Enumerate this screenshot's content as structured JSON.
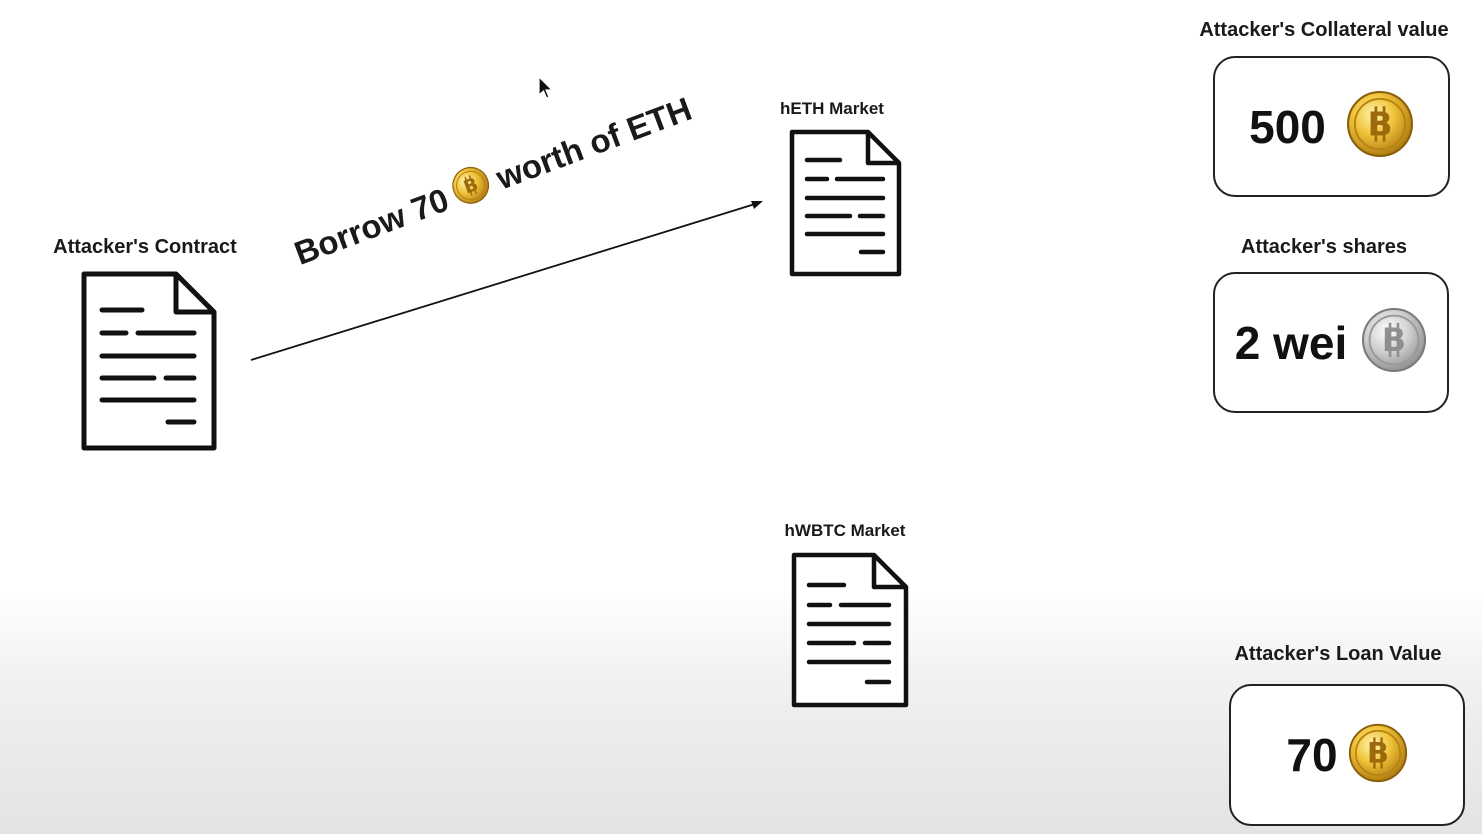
{
  "diagram": {
    "attacker_contract": {
      "label": "Attacker's Contract"
    },
    "heth_market": {
      "label": "hETH Market"
    },
    "hwbtc_market": {
      "label": "hWBTC Market"
    },
    "borrow_arrow": {
      "text_before": "Borrow 70",
      "text_after": "worth of ETH",
      "coin_icon": "bitcoin-gold-coin-icon"
    }
  },
  "panels": {
    "collateral": {
      "title": "Attacker's Collateral value",
      "value": "500",
      "coin_icon": "bitcoin-gold-coin-icon"
    },
    "shares": {
      "title": "Attacker's shares",
      "value": "2 wei",
      "coin_icon": "bitcoin-silver-coin-icon"
    },
    "loan": {
      "title": "Attacker's Loan Value",
      "value": "70",
      "coin_icon": "bitcoin-gold-coin-icon"
    }
  },
  "colors": {
    "gold_coin": "#d9a520",
    "silver_coin": "#b8b8b8",
    "ink": "#111111"
  }
}
